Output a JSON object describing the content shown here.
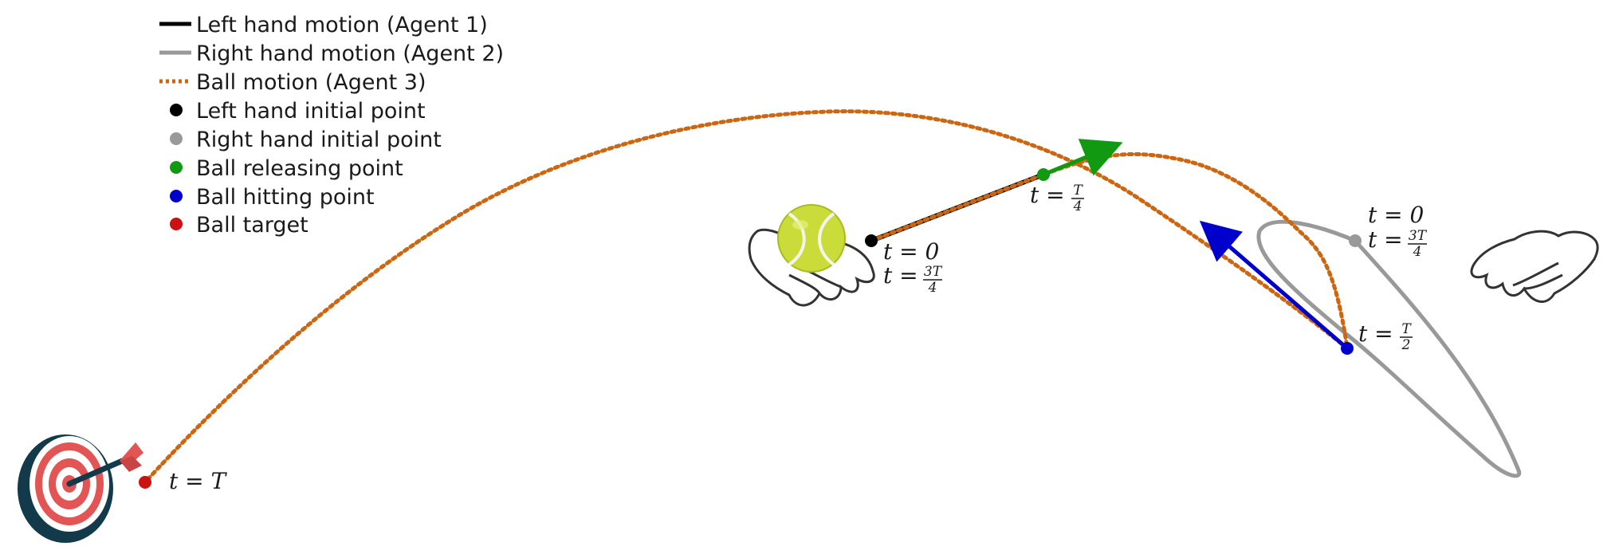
{
  "legend": [
    {
      "label": "Left hand motion (Agent 1)",
      "type": "line",
      "color": "#000000"
    },
    {
      "label": "Right hand motion (Agent 2)",
      "type": "line",
      "color": "#999999"
    },
    {
      "label": "Ball motion (Agent 3)",
      "type": "dotted",
      "color": "#cc6611"
    },
    {
      "label": "Left hand initial point",
      "type": "dot",
      "color": "#000000"
    },
    {
      "label": "Right hand initial point",
      "type": "dot",
      "color": "#999999"
    },
    {
      "label": "Ball releasing point",
      "type": "dot",
      "color": "#119911"
    },
    {
      "label": "Ball hitting point",
      "type": "dot",
      "color": "#0000cc"
    },
    {
      "label": "Ball target",
      "type": "dot",
      "color": "#cc1111"
    }
  ],
  "annotations": {
    "left_start": {
      "t0": "t = 0",
      "t_frac_num": "3T",
      "t_frac_den": "4"
    },
    "release": {
      "num": "T",
      "den": "4"
    },
    "right_start": {
      "t0": "t = 0",
      "t_frac_num": "3T",
      "t_frac_den": "4"
    },
    "hit": {
      "num": "T",
      "den": "2"
    },
    "target": {
      "text": "t = T"
    }
  },
  "icons": {
    "target": "dartboard-with-dart-icon",
    "ball": "tennis-ball-icon",
    "left_hand": "open-palm-hand-icon",
    "right_hand": "open-palm-hand-icon"
  }
}
